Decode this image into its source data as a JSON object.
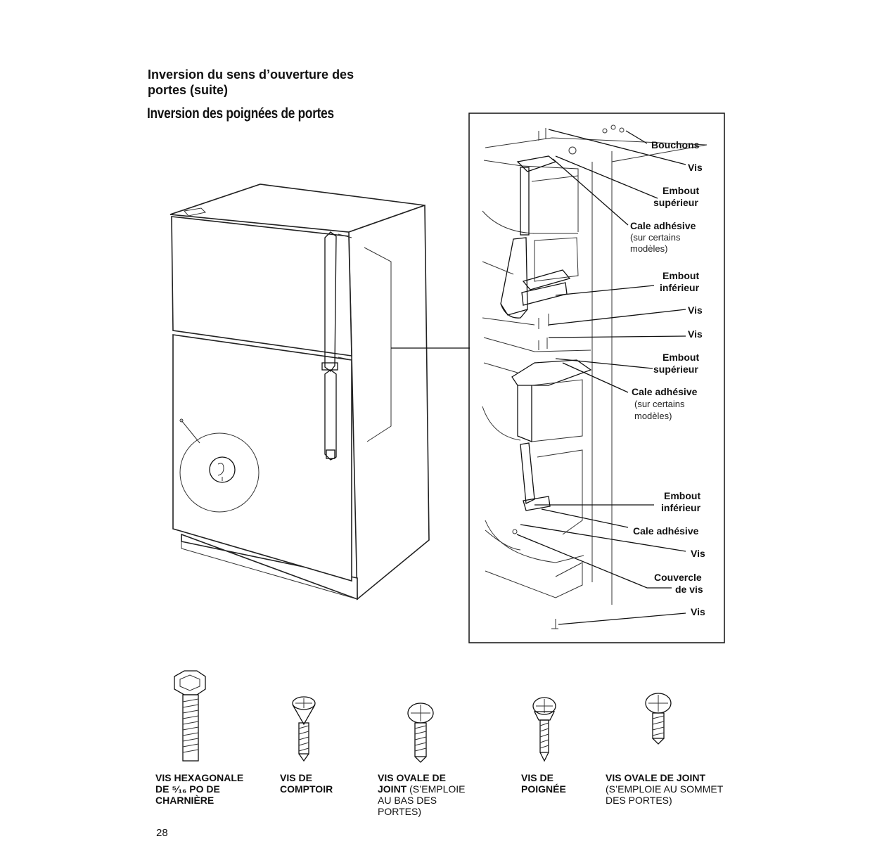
{
  "header": {
    "section_title": "Inversion du sens d’ouverture des portes (suite)",
    "subsection_title": "Inversion des poignées de portes"
  },
  "callouts": {
    "bouchons": "Bouchons",
    "vis_1": "Vis",
    "embout_sup_1_a": "Embout",
    "embout_sup_1_b": "supérieur",
    "cale_1_a": "Cale adhésive",
    "cale_1_b": "(sur certains",
    "cale_1_c": "modèles)",
    "embout_inf_1_a": "Embout",
    "embout_inf_1_b": "inférieur",
    "vis_2": "Vis",
    "vis_3": "Vis",
    "embout_sup_2_a": "Embout",
    "embout_sup_2_b": "supérieur",
    "cale_2_a": "Cale adhésive",
    "cale_2_b": "(sur certains",
    "cale_2_c": "modèles)",
    "embout_inf_2_a": "Embout",
    "embout_inf_2_b": "inférieur",
    "cale_3": "Cale adhésive",
    "vis_4": "Vis",
    "couvercle_a": "Couvercle",
    "couvercle_b": "de vis",
    "vis_5": "Vis"
  },
  "screws": [
    {
      "title_1": "VIS HEXAGONALE",
      "title_2": "DE ⁵⁄₁₆ PO DE",
      "title_3": "CHARNIÈRE",
      "note_inline": "",
      "note_1": "",
      "note_2": ""
    },
    {
      "title_1": "VIS DE",
      "title_2": "COMPTOIR",
      "title_3": "",
      "note_inline": "",
      "note_1": "",
      "note_2": ""
    },
    {
      "title_1": "VIS OVALE DE",
      "title_2": "JOINT",
      "title_3": "",
      "note_inline": "(S’EMPLOIE",
      "note_1": "AU BAS DES",
      "note_2": "PORTES)"
    },
    {
      "title_1": "VIS DE",
      "title_2": "POIGNÉE",
      "title_3": "",
      "note_inline": "",
      "note_1": "",
      "note_2": ""
    },
    {
      "title_1": "VIS OVALE DE JOINT",
      "title_2": "",
      "title_3": "",
      "note_inline": "",
      "note_1": "(S’EMPLOIE AU SOMMET",
      "note_2": "DES PORTES)"
    }
  ],
  "footer": {
    "page_number": "28"
  }
}
